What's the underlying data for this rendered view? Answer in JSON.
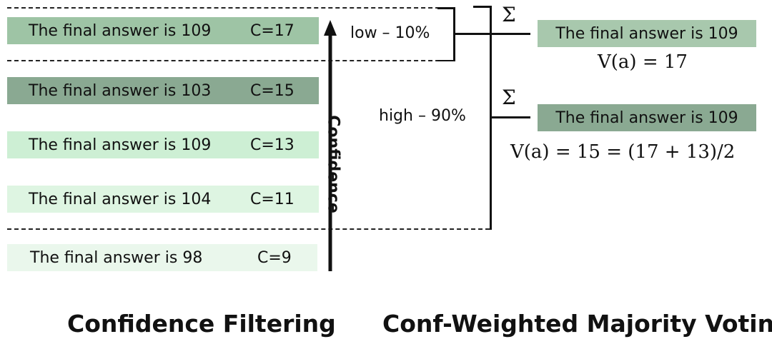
{
  "filtering": {
    "items": [
      {
        "answer": "The final answer is 109",
        "confidence": "C=17",
        "color": "#9ec4a5"
      },
      {
        "answer": "The final answer is 103",
        "confidence": "C=15",
        "color": "#8aa992"
      },
      {
        "answer": "The final answer is 109",
        "confidence": "C=13",
        "color": "#cdefd4"
      },
      {
        "answer": "The final answer is 104",
        "confidence": "C=11",
        "color": "#def5e2"
      },
      {
        "answer": "The final answer is 98",
        "confidence": "C=9",
        "color": "#eaf7ec"
      }
    ],
    "axis_label": "Confidence",
    "low_label": "low – 10%",
    "high_label": "high – 90%",
    "title": "Confidence Filtering"
  },
  "voting": {
    "sigma": "Σ",
    "low_result": {
      "answer": "The final answer is 109",
      "color": "#a8c8ad",
      "vote_lhs": "V(a) = 17"
    },
    "high_result": {
      "answer": "The final answer is 109",
      "color": "#8aa992",
      "vote_lhs": "V(a) = 15 = (17 + 13)/2"
    },
    "title": "Conf-Weighted Majority Voting"
  }
}
